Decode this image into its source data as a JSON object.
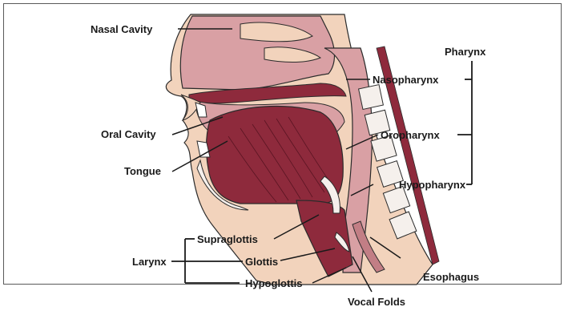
{
  "labels": {
    "nasal_cavity": "Nasal Cavity",
    "pharynx": "Pharynx",
    "nasopharynx": "Nasopharynx",
    "oral_cavity": "Oral Cavity",
    "oropharynx": "Oropharynx",
    "tongue": "Tongue",
    "hypopharynx": "Hypopharynx",
    "supraglottis": "Supraglottis",
    "larynx": "Larynx",
    "glottis": "Glottis",
    "hypoglottis": "Hypoglottis",
    "esophagus": "Esophagus",
    "vocal_folds": "Vocal Folds"
  },
  "colors": {
    "skin": "#f2d3bc",
    "mucosa": "#d9a0a4",
    "mucosa_dark": "#c27e85",
    "muscle": "#8e2a3c",
    "muscle_dark": "#6e1a2b",
    "bone": "#f5f0ec",
    "outline": "#2b2b2b"
  }
}
